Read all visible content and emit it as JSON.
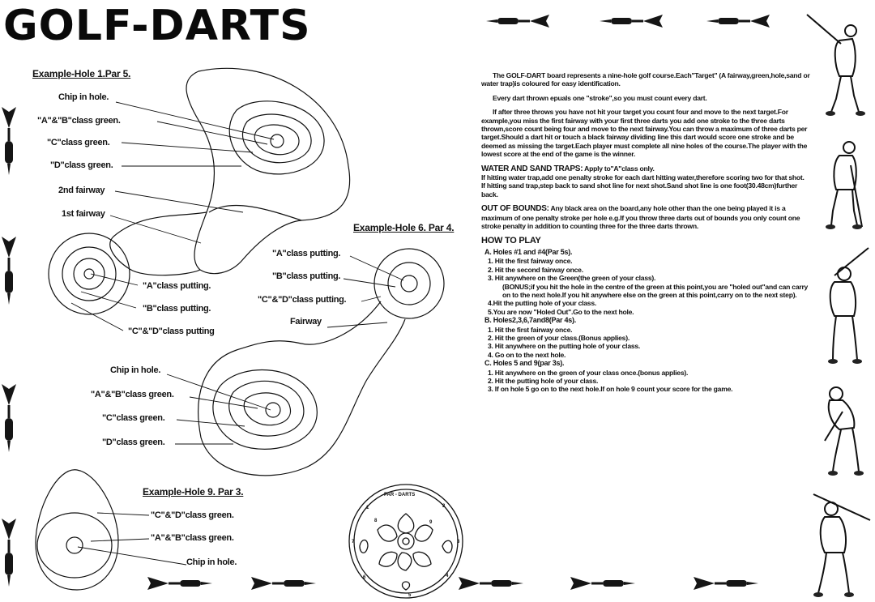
{
  "title": "GOLF-DARTS",
  "hole1": {
    "title": "Example-Hole 1.Par 5.",
    "labels": [
      "Chip in hole.",
      "\"A\"&\"B\"class green.",
      "\"C\"class green.",
      "\"D\"class green.",
      "2nd fairway",
      "1st fairway",
      "\"A\"class putting.",
      "\"B\"class putting.",
      "\"C\"&\"D\"class putting"
    ]
  },
  "hole6": {
    "title": "Example-Hole 6. Par 4.",
    "labels": [
      "\"A\"class putting.",
      "\"B\"class putting.",
      "\"C\"&\"D\"class putting.",
      "Fairway",
      "Chip in hole.",
      "\"A\"&\"B\"class green.",
      "\"C\"class green.",
      "\"D\"class green."
    ]
  },
  "hole9": {
    "title": "Example-Hole 9. Par 3.",
    "labels": [
      "\"C\"&\"D\"class green.",
      "\"A\"&\"B\"class green.",
      "Chip in hole."
    ]
  },
  "board_label": "PAR - DARTS",
  "board_numbers": [
    "1",
    "2",
    "3",
    "4",
    "5",
    "6",
    "7",
    "8",
    "9"
  ],
  "rules": {
    "intro": "The GOLF-DART board represents a nine-hole golf course.Each\"Target\" (A fairway,green,hole,sand or water trap)is coloured for easy identification.",
    "stroke": "Every dart thrown epuals one \"stroke\",so you must count every dart.",
    "miss": "If after three throws you have not hit your target you count four and move to the next target.For example,you miss the first fairway with your first three darts you add one stroke to the three darts thrown,score count being four and move to the next fairway.You can throw a maximum of three darts per target.Should a dart hit or touch a black fairway dividing line this dart would score one stroke and be deemed as missing the target.Each player must complete all nine holes of the course.The player with the lowest score at the end of the game is the winner.",
    "water_head": "WATER AND SAND TRAPS:",
    "water_tail": " Apply to\"A\"class only.",
    "water_1": "If hitting water trap,add one penalty stroke for each dart hitting water,therefore scoring two for that shot.",
    "water_2": "If hitting sand trap,step back to sand shot line for next shot.Sand shot line is one foot(30.48cm)further back.",
    "oob_head": "OUT OF BOUNDS:",
    "oob_text": " Any black area on the board,any hole other than the one being played it is a maximum of one penalty stroke per hole e.g.If you throw three darts out of bounds you only count one stroke penalty in addition to counting three for the three darts thrown.",
    "how_to_play": "HOW TO PLAY",
    "secA": "A.  Holes #1 and #4(Par 5s).",
    "a1": "1. Hit the first fairway once.",
    "a2": "2. Hit the second fairway once.",
    "a3": "3. Hit anywhere on the Green(the green of your class).",
    "a3_note": "(BONUS;if you hit the hole in the centre of the green at this point,you are \"holed out\"and can carry on to the next hole.If you hit anywhere else on the green at this point,carry on to the next step).",
    "a4": "4.Hit the putting hole of your class.",
    "a5": "5.You are now \"Holed Out\".Go to the next hole.",
    "secB": "B.  Holes2,3,6,7and8(Par 4s).",
    "b1": "1. Hit the first fairway once.",
    "b2": "2. Hit the green of your class.(Bonus applies).",
    "b3": "3. Hit anywhere on the putting hole of your class.",
    "b4": "4. Go on to the next hole.",
    "secC": "C.  Holes 5 and 9(par 3s).",
    "c1": "1. Hit anywhere on the green of your class once.(bonus applies).",
    "c2": "2. Hit the putting hole of your class.",
    "c3": "3. If on hole 5 go on to the next hole.If on hole 9 count your score for the game."
  }
}
